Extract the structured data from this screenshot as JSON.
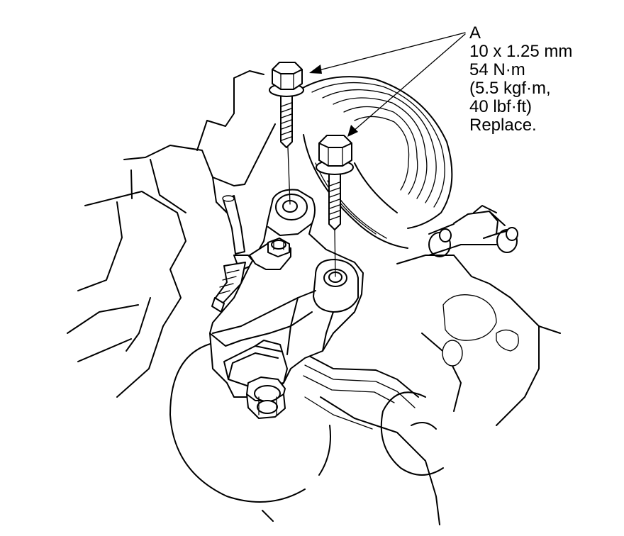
{
  "callout": {
    "label": "A",
    "size": "10 x 1.25 mm",
    "torque_nm": "54 N·m",
    "torque_kgfm": "(5.5 kgf·m,",
    "torque_lbfft": "40 lbf·ft)",
    "instruction": "Replace."
  },
  "colors": {
    "line": "#000000",
    "background": "#ffffff"
  }
}
